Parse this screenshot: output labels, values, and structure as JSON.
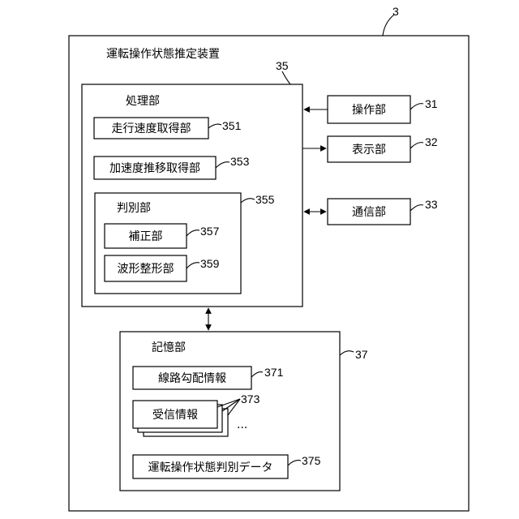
{
  "device": {
    "title": "運転操作状態推定装置",
    "ref": "3"
  },
  "processing_unit": {
    "label": "処理部",
    "ref": "35",
    "speed_acquisition": {
      "label": "走行速度取得部",
      "ref": "351"
    },
    "accel_transition": {
      "label": "加速度推移取得部",
      "ref": "353"
    },
    "discrimination_unit": {
      "label": "判別部",
      "ref": "355",
      "correction": {
        "label": "補正部",
        "ref": "357"
      },
      "waveform_shaping": {
        "label": "波形整形部",
        "ref": "359"
      }
    }
  },
  "operation_unit": {
    "label": "操作部",
    "ref": "31"
  },
  "display_unit": {
    "label": "表示部",
    "ref": "32"
  },
  "communication_unit": {
    "label": "通信部",
    "ref": "33"
  },
  "storage_unit": {
    "label": "記憶部",
    "ref": "37",
    "gradient_info": {
      "label": "線路勾配情報",
      "ref": "371"
    },
    "received_info": {
      "label": "受信情報",
      "ref": "373",
      "ellipsis": "..."
    },
    "state_data": {
      "label": "運転操作状態判別データ",
      "ref": "375"
    }
  }
}
